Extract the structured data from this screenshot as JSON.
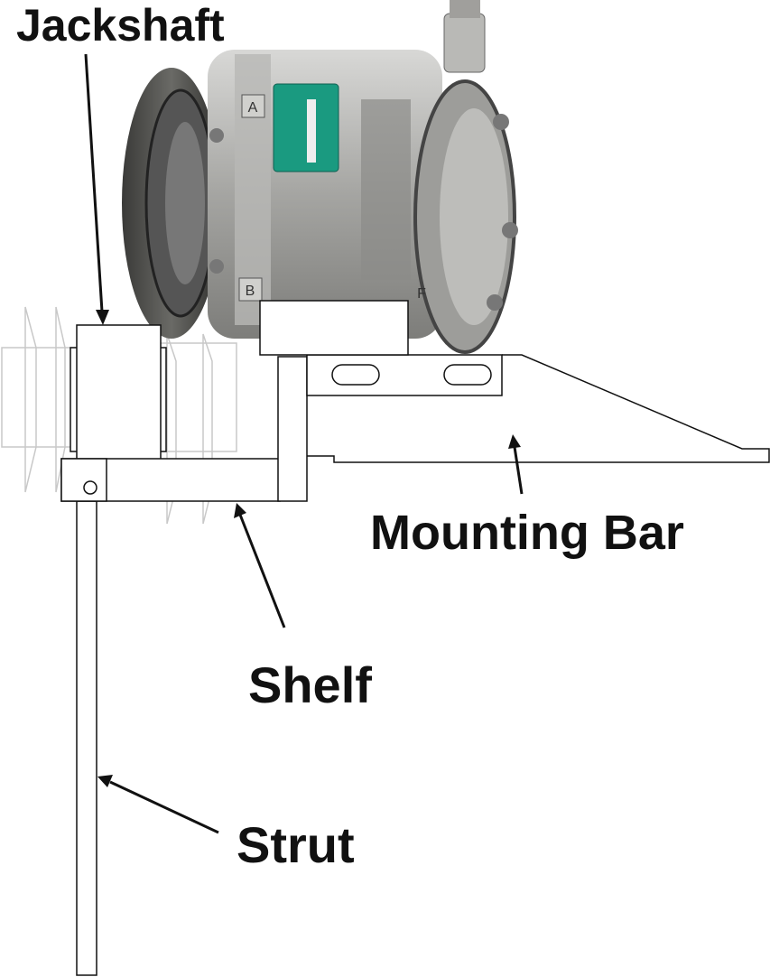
{
  "labels": {
    "jackshaft": "Jackshaft",
    "mounting_bar": "Mounting Bar",
    "shelf": "Shelf",
    "strut": "Strut"
  },
  "compressor_marks": {
    "a": "A",
    "b": "B",
    "f": "F"
  },
  "colors": {
    "line": "#111111",
    "faded": "#c8c8c8",
    "metal": "#a8a8a6",
    "label_plate": "#1a9a80"
  }
}
